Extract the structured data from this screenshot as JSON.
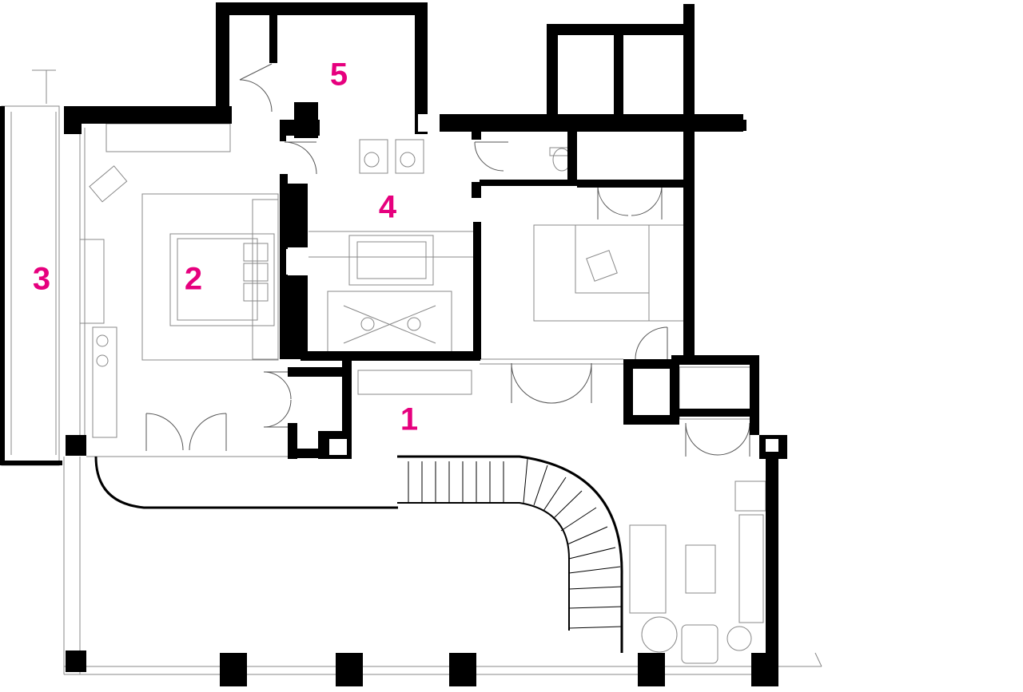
{
  "plan": {
    "label_color": "#e6007e",
    "wall_color": "#000000",
    "line_color": "#888888",
    "rooms": [
      {
        "id": "room-1",
        "label": "1"
      },
      {
        "id": "room-2",
        "label": "2"
      },
      {
        "id": "room-3",
        "label": "3"
      },
      {
        "id": "room-4",
        "label": "4"
      },
      {
        "id": "room-5",
        "label": "5"
      }
    ]
  }
}
